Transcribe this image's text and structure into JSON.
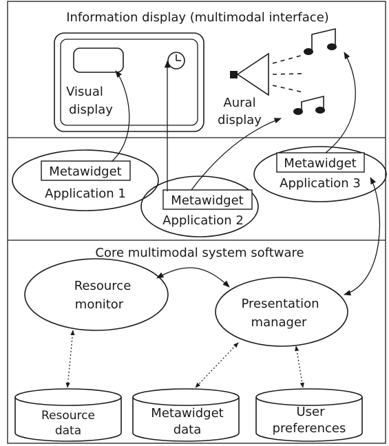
{
  "sections": {
    "top_title": "Information display (multimodal interface)",
    "bottom_title": "Core multimodal system software"
  },
  "display": {
    "visual_line1": "Visual",
    "visual_line2": "display",
    "aural_line1": "Aural",
    "aural_line2": "display"
  },
  "apps": [
    {
      "widget": "Metawidget",
      "name": "Application 1"
    },
    {
      "widget": "Metawidget",
      "name": "Application 2"
    },
    {
      "widget": "Metawidget",
      "name": "Application 3"
    }
  ],
  "core": {
    "resource_monitor_line1": "Resource",
    "resource_monitor_line2": "monitor",
    "presentation_manager_line1": "Presentation",
    "presentation_manager_line2": "manager"
  },
  "stores": [
    {
      "line1": "Resource",
      "line2": "data"
    },
    {
      "line1": "Metawidget",
      "line2": "data"
    },
    {
      "line1": "User",
      "line2": "preferences"
    }
  ]
}
